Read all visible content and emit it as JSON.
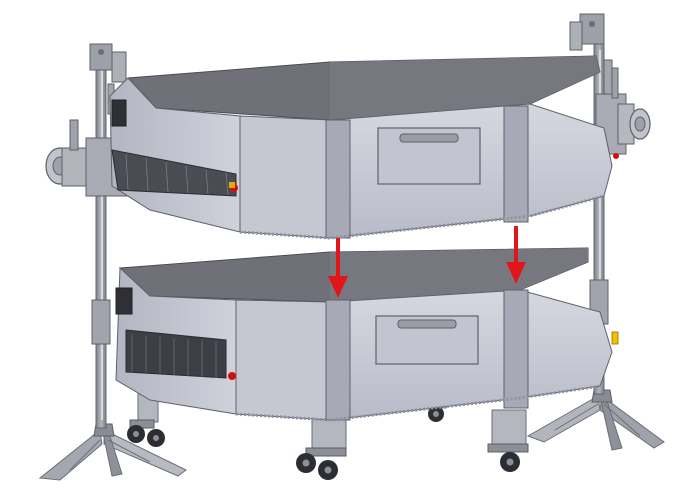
{
  "illustration": {
    "subject": "two-deck-conveyor-oven-stacking-on-lift-stand",
    "colors": {
      "background": "#ffffff",
      "body": "#c9ccd6",
      "body_shade": "#aeb2bf",
      "body_dark": "#8e92a0",
      "top": "#6f7078",
      "top_edge": "#8a8b92",
      "frame": "#9a9ca6",
      "frame_dark": "#6c6e78",
      "conveyor": "#3e3f46",
      "wheel": "#2d2e33",
      "arrow": "#e0161b",
      "switch_yellow": "#f2c200",
      "switch_red": "#d01010"
    },
    "arrows": [
      {
        "name": "left-lowering-arrow",
        "direction": "down"
      },
      {
        "name": "right-lowering-arrow",
        "direction": "down"
      }
    ]
  }
}
